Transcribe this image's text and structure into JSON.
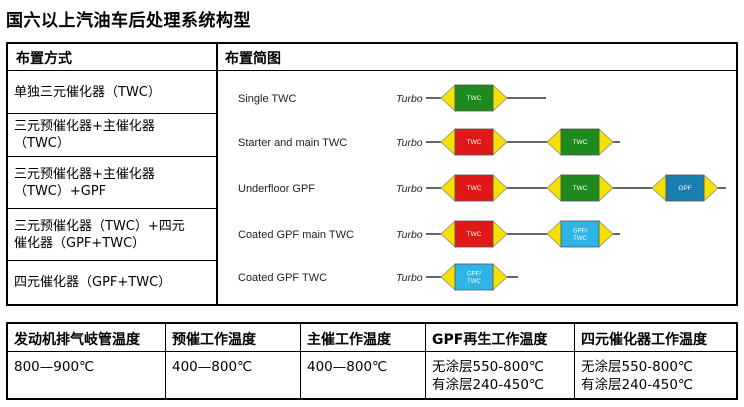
{
  "title": "国六以上汽油车后处理系统构型",
  "upper_table": {
    "col1_header": "布置方式",
    "col2_header": "布置简图",
    "rows": [
      {
        "layout_lines": [
          "单独三元催化器（TWC）"
        ],
        "diagram_label": "Single TWC",
        "components": [
          {
            "label": "TWC",
            "color": "#1e8a1e"
          }
        ]
      },
      {
        "layout_lines": [
          "三元预催化器+主催化器",
          "（TWC）"
        ],
        "diagram_label": "Starter and main TWC",
        "components": [
          {
            "label": "TWC",
            "color": "#e01818"
          },
          {
            "label": "TWC",
            "color": "#1e8a1e"
          }
        ]
      },
      {
        "layout_lines": [
          "三元预催化器+主催化器",
          "（TWC）+GPF"
        ],
        "diagram_label": "Underfloor GPF",
        "components": [
          {
            "label": "TWC",
            "color": "#e01818"
          },
          {
            "label": "TWC",
            "color": "#1e8a1e"
          },
          {
            "label": "GPF",
            "color": "#1a7fb0"
          }
        ]
      },
      {
        "layout_lines": [
          "三元预催化器（TWC）+四元",
          "催化器（GPF+TWC）"
        ],
        "diagram_label": "Coated GPF main TWC",
        "components": [
          {
            "label": "TWC",
            "color": "#e01818"
          },
          {
            "label": "GPF/\nTWC",
            "color": "#2fb4e8"
          }
        ]
      },
      {
        "layout_lines": [
          "四元催化器（GPF+TWC）"
        ],
        "diagram_label": "Coated GPF TWC",
        "components": [
          {
            "label": "GPF/\nTWC",
            "color": "#2fb4e8"
          }
        ]
      }
    ],
    "turbo_label": "Turbo"
  },
  "lower_table": {
    "columns": [
      {
        "header": "发动机排气岐管温度",
        "values": [
          "800—900℃"
        ]
      },
      {
        "header": "预催工作温度",
        "values": [
          "400—800℃"
        ]
      },
      {
        "header": "主催工作温度",
        "values": [
          "400—800℃"
        ]
      },
      {
        "header": "GPF再生工作温度",
        "values": [
          "无涂层550-800℃",
          "有涂层240-450℃"
        ]
      },
      {
        "header": "四元催化器工作温度",
        "values": [
          "无涂层550-800℃",
          "有涂层240-450℃"
        ]
      }
    ]
  },
  "colors": {
    "cone_yellow": "#f5e100",
    "twc_red": "#e01818",
    "twc_green": "#1e8a1e",
    "gpf_blue": "#1a7fb0",
    "gpf_twc_cyan": "#2fb4e8"
  }
}
